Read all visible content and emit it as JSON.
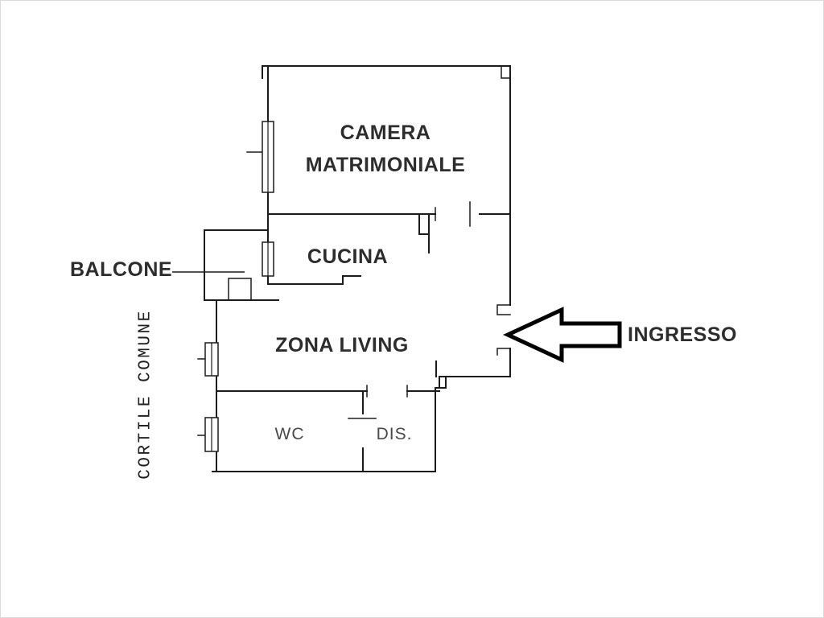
{
  "plan": {
    "rooms": {
      "camera_matrimoniale": {
        "line1": "CAMERA",
        "line2": "MATRIMONIALE"
      },
      "cucina": {
        "label": "CUCINA"
      },
      "zona_living": {
        "label": "ZONA LIVING"
      },
      "wc": {
        "label": "WC"
      },
      "dis": {
        "label": "DIS."
      }
    },
    "annotations": {
      "balcone": {
        "label": "BALCONE"
      },
      "ingresso": {
        "label": "INGRESSO"
      },
      "cortile_comune": {
        "label": "CORTILE COMUNE"
      }
    },
    "colors": {
      "wall_line": "#1c1c1c",
      "room_label": "#2d2d2d",
      "utility_label": "#4a4a4a",
      "arrow_outline": "#000000",
      "background": "#ffffff"
    }
  }
}
